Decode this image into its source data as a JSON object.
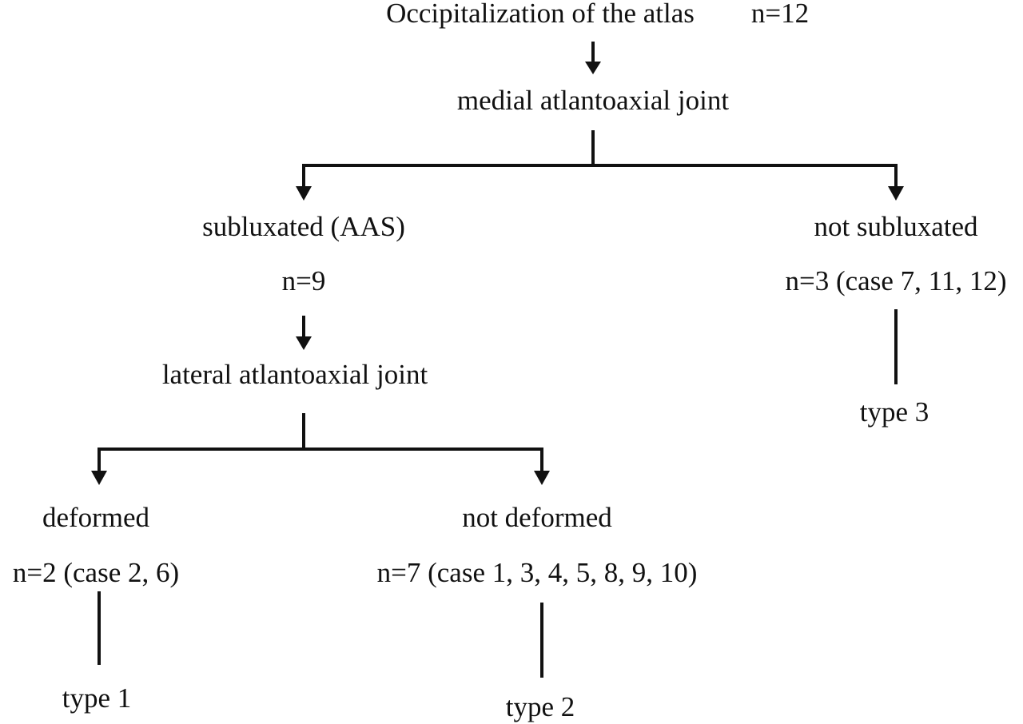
{
  "nodes": {
    "root_title": "Occipitalization of the atlas",
    "root_n": "n=12",
    "medial": "medial atlantoaxial joint",
    "subluxated": "subluxated (AAS)",
    "subluxated_n": "n=9",
    "not_subluxated": "not subluxated",
    "not_subluxated_n": "n=3 (case 7, 11, 12)",
    "type3": "type 3",
    "lateral": "lateral atlantoaxial joint",
    "deformed": "deformed",
    "deformed_n": "n=2 (case 2, 6)",
    "type1": "type 1",
    "not_deformed": "not deformed",
    "not_deformed_n": "n=7 (case 1, 3, 4, 5, 8, 9, 10)",
    "type2": "type 2"
  }
}
